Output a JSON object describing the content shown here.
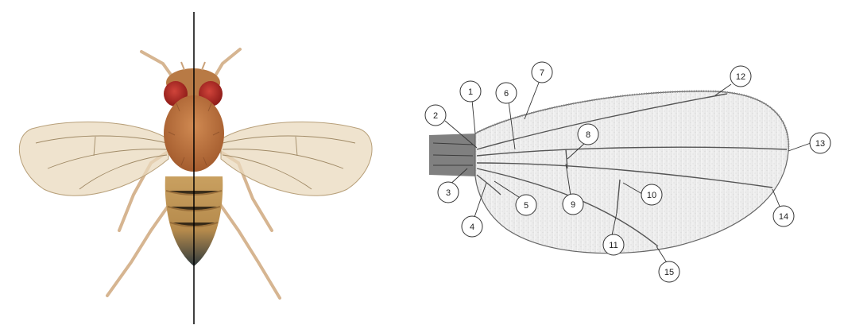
{
  "figure": {
    "left_panel": {
      "subject": "fly-dorsal-view",
      "divider": "vertical-midline"
    },
    "right_panel": {
      "subject": "wing-diagram"
    }
  },
  "callouts": [
    {
      "label": "1"
    },
    {
      "label": "2"
    },
    {
      "label": "3"
    },
    {
      "label": "4"
    },
    {
      "label": "5"
    },
    {
      "label": "6"
    },
    {
      "label": "7"
    },
    {
      "label": "8"
    },
    {
      "label": "9"
    },
    {
      "label": "10"
    },
    {
      "label": "11"
    },
    {
      "label": "12"
    },
    {
      "label": "13"
    },
    {
      "label": "14"
    },
    {
      "label": "15"
    }
  ],
  "colors": {
    "eye": "#b3231f",
    "thorax": "#b96f3c",
    "abdomen_band": "#c69a55",
    "abdomen_tip": "#2e3a3c",
    "fly_wing": "#e8d6b8",
    "wing_membrane": "#eeeeee",
    "vein": "#555555",
    "callout_stroke": "#333333"
  }
}
